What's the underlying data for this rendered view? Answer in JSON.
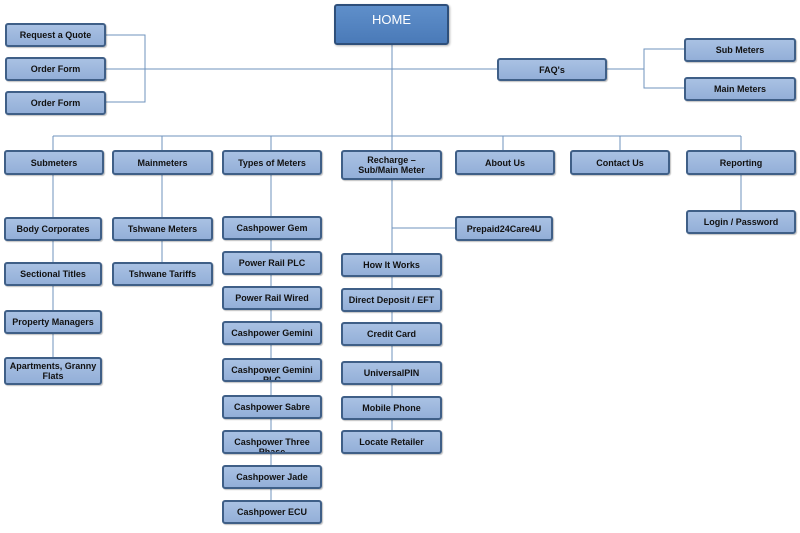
{
  "home": "HOME",
  "left_links": [
    "Request a Quote",
    "Order Form",
    "Order Form"
  ],
  "faqs": "FAQ's",
  "right_links": [
    "Sub Meters",
    "Main Meters"
  ],
  "categories": [
    "Submeters",
    "Mainmeters",
    "Types of Meters",
    "Recharge – Sub/Main Meter",
    "About Us",
    "Contact Us",
    "Reporting"
  ],
  "submeters_children": [
    "Body Corporates",
    "Sectional Titles",
    "Property Managers",
    "Apartments, Granny Flats"
  ],
  "mainmeters_children": [
    "Tshwane Meters",
    "Tshwane Tariffs"
  ],
  "meter_types": [
    "Cashpower Gem",
    "Power Rail PLC",
    "Power Rail Wired",
    "Cashpower Gemini",
    "Cashpower Gemini PLC",
    "Cashpower Sabre",
    "Cashpower Three Phase",
    "Cashpower Jade",
    "Cashpower ECU"
  ],
  "recharge_side": "Prepaid24Care4U",
  "recharge_children": [
    "How It Works",
    "Direct Deposit / EFT",
    "Credit Card",
    "UniversalPIN",
    "Mobile Phone",
    "Locate Retailer"
  ],
  "reporting_children": [
    "Login / Password"
  ],
  "colors": {
    "box_fill": "#9bb5dd",
    "box_border": "#3f5f87",
    "home_fill": "#5585c2",
    "line": "#6f93bd"
  }
}
